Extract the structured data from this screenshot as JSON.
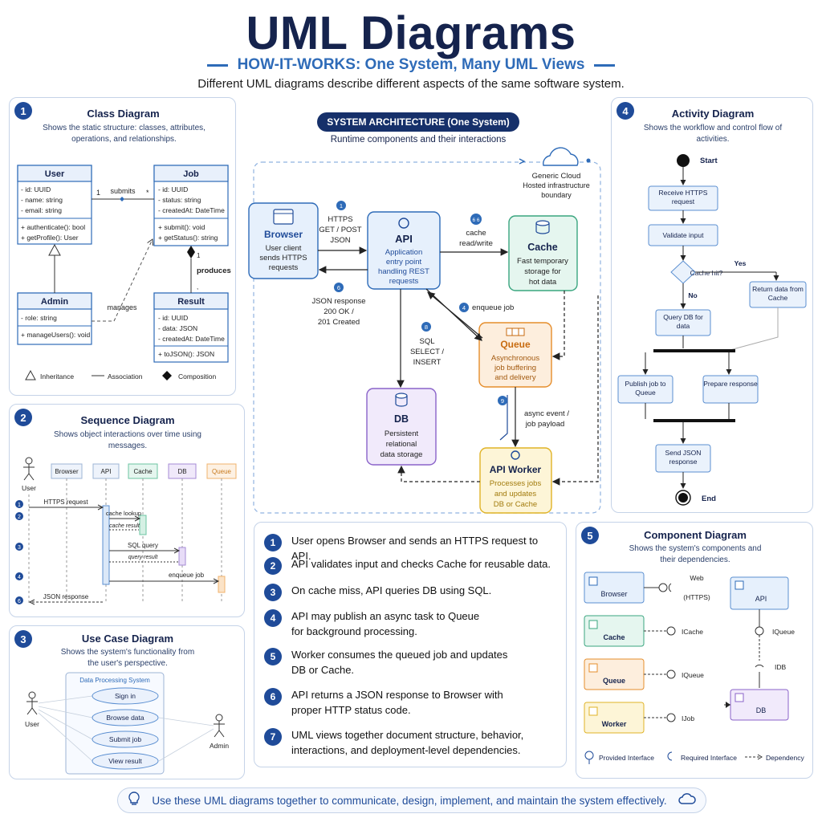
{
  "header": {
    "title": "UML Diagrams",
    "subtitle": "HOW-IT-WORKS: One System, Many UML Views",
    "tagline": "Different UML diagrams describe different aspects of the same software system."
  },
  "class_diagram": {
    "badge": "1",
    "title": "Class Diagram",
    "desc": "Shows the static structure: classes, attributes, operations, and relationships.",
    "user": {
      "name": "User",
      "attrs": [
        "- id: UUID",
        "- name: string",
        "- email: string"
      ],
      "ops": [
        "+ authenticate(): bool",
        "+ getProfile(): User"
      ]
    },
    "job": {
      "name": "Job",
      "attrs": [
        "- id: UUID",
        "- status: string",
        "- createdAt: DateTime"
      ],
      "ops": [
        "+ submit(): void",
        "+ getStatus(): string"
      ]
    },
    "admin": {
      "name": "Admin",
      "attrs": [
        "- role: string"
      ],
      "ops": [
        "+ manageUsers(): void"
      ]
    },
    "result": {
      "name": "Result",
      "attrs": [
        "- id: UUID",
        "- data: JSON",
        "- createdAt: DateTime"
      ],
      "ops": [
        "+ toJSON(): JSON"
      ]
    },
    "labels": {
      "submits": "submits",
      "mult_left": "1",
      "mult_right": "*",
      "manages": "manages",
      "produces": "produces",
      "prod_mult_top": "1",
      "prod_mult_bottom": ","
    },
    "legend": {
      "inheritance": "Inheritance",
      "association": "Association",
      "composition": "Composition"
    }
  },
  "sequence_diagram": {
    "badge": "2",
    "title": "Sequence Diagram",
    "desc": "Shows object interactions over time using messages.",
    "actor": "User",
    "lifelines": [
      "Browser",
      "API",
      "Cache",
      "DB",
      "Queue"
    ],
    "messages": [
      "HTTPS request",
      "cache lookup",
      "cache result",
      "SQL query",
      "query result",
      "enqueue job",
      "JSON response"
    ],
    "step_nums": [
      "1",
      "2",
      "3",
      "4",
      "6"
    ]
  },
  "use_case_diagram": {
    "badge": "3",
    "title": "Use Case Diagram",
    "desc": "Shows the system's functionality from the user's perspective.",
    "system": "Data Processing System",
    "actor_left": "User",
    "actor_right": "Admin",
    "cases": [
      "Sign in",
      "Browse data",
      "Submit job",
      "View result"
    ]
  },
  "architecture": {
    "banner": "SYSTEM ARCHITECTURE (One System)",
    "subtitle": "Runtime components and their interactions",
    "cloud": [
      "Generic Cloud",
      "Hosted infrastructure",
      "boundary"
    ],
    "browser": {
      "name": "Browser",
      "desc": [
        "User client",
        "sends HTTPS",
        "requests"
      ]
    },
    "api": {
      "name": "API",
      "desc": [
        "Application",
        "entry point",
        "handling REST",
        "requests"
      ]
    },
    "cache": {
      "name": "Cache",
      "desc": [
        "Fast temporary",
        "storage for",
        "hot data"
      ]
    },
    "queue": {
      "name": "Queue",
      "desc": [
        "Asynchronous",
        "job buffering",
        "and delivery"
      ]
    },
    "db": {
      "name": "DB",
      "desc": [
        "Persistent",
        "relational",
        "data storage"
      ]
    },
    "worker": {
      "name": "API Worker",
      "desc": [
        "Processes jobs",
        "and updates",
        "DB or Cache"
      ]
    },
    "edges": {
      "https": [
        "HTTPS",
        "GET / POST",
        "JSON"
      ],
      "cache": [
        "cache",
        "read/write"
      ],
      "json": [
        "JSON response",
        "200 OK /",
        "201 Created"
      ],
      "sql": [
        "SQL",
        "SELECT /",
        "INSERT"
      ],
      "enqueue": "enqueue job",
      "async": [
        "async event /",
        "job payload"
      ]
    },
    "markers": [
      "1",
      "6 6",
      "6",
      "8",
      "4",
      "9"
    ]
  },
  "activity_diagram": {
    "badge": "4",
    "title": "Activity Diagram",
    "desc": "Shows the workflow and control flow of activities.",
    "start": "Start",
    "end": "End",
    "nodes": {
      "receive": "Receive HTTPS request",
      "validate": "Validate input",
      "decision": "Cache hit?",
      "yes": "Yes",
      "no": "No",
      "return_cache": "Return data from Cache",
      "query_db": "Query DB for data",
      "publish": "Publish job to Queue",
      "prepare": "Prepare response",
      "send": "Send JSON response"
    }
  },
  "component_diagram": {
    "badge": "5",
    "title": "Component Diagram",
    "desc": "Shows the system's components and their dependencies.",
    "components": [
      "Browser",
      "Cache",
      "Queue",
      "Worker",
      "API",
      "DB"
    ],
    "interfaces": {
      "web": "Web",
      "web_proto": "(HTTPS)",
      "cache": "ICache",
      "queue": "IQueue",
      "job": "IJob",
      "api_queue": "IQueue",
      "api_db": "IDB"
    },
    "legend": {
      "provided": "Provided Interface",
      "required": "Required Interface",
      "dependency": "Dependency"
    }
  },
  "steps": [
    {
      "num": "1",
      "text": "User opens Browser and sends an HTTPS request to API."
    },
    {
      "num": "2",
      "text": "API validates input and checks Cache for reusable data."
    },
    {
      "num": "3",
      "text": "On cache miss, API queries DB using SQL."
    },
    {
      "num": "4",
      "text": "API may publish an async task to Queue for background processing."
    },
    {
      "num": "5",
      "text": "Worker consumes the queued job and updates DB or Cache."
    },
    {
      "num": "6",
      "text": "API returns a JSON response to Browser with proper HTTP status code."
    },
    {
      "num": "7",
      "text": "UML views together document structure, behavior, interactions, and deployment-level dependencies."
    }
  ],
  "footer": {
    "text": "Use these UML diagrams together to communicate, design, implement, and maintain the system effectively."
  }
}
